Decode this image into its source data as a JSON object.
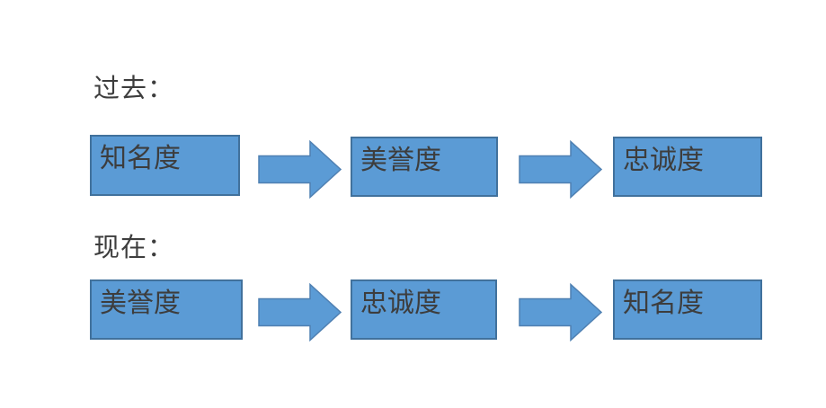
{
  "page": {
    "background": "#ffffff"
  },
  "colors": {
    "box_fill": "#5b9bd5",
    "box_border": "#41719c",
    "arrow_fill": "#5b9bd5",
    "arrow_border": "#4f80b2",
    "text": "#3d3d3d"
  },
  "diagram": {
    "rows": [
      {
        "label": "过去：",
        "boxes": [
          "知名度",
          "美誉度",
          "忠诚度"
        ]
      },
      {
        "label": "现在：",
        "boxes": [
          "美誉度",
          "忠诚度",
          "知名度"
        ]
      }
    ],
    "arrow_icon": "right-block-arrow"
  }
}
